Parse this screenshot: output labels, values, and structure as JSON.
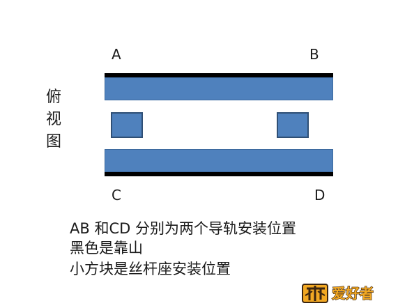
{
  "labels": {
    "a": "A",
    "b": "B",
    "c": "C",
    "d": "D"
  },
  "view_label": [
    "俯",
    "视",
    "图"
  ],
  "captions": [
    "AB  和CD 分别为两个导轨安装位置",
    "黑色是靠山",
    "小方块是丝杆座安装位置"
  ],
  "logo": {
    "text": "爱好者",
    "glyph": "木工"
  },
  "colors": {
    "rail": "#4f81bd",
    "backrest": "#000000",
    "block_border": "#2f4f75",
    "logo_gold": "#f2a823"
  }
}
